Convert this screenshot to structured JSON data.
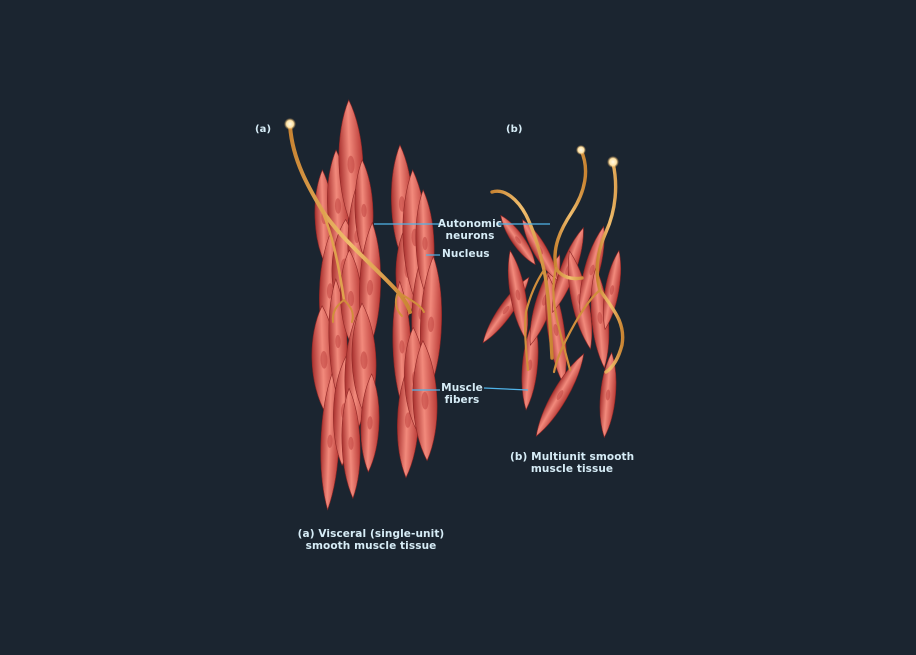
{
  "colors": {
    "background": "#1b2530",
    "muscle": "#d9534f",
    "muscle_highlight": "#f28a7c",
    "muscle_shadow": "#a8302e",
    "neuron": "#e0a24e",
    "neuron_highlight": "#ffe3a6",
    "leader_line": "#4fb3e8",
    "label_text": "#d6ecf6"
  },
  "panels": {
    "a": {
      "tag": "(a)",
      "caption_line1": "(a)  Visceral (single-unit)",
      "caption_line2": "smooth muscle tissue"
    },
    "b": {
      "tag": "(b)",
      "caption_line1": "(b) Multiunit smooth",
      "caption_line2": "muscle tissue"
    }
  },
  "callouts": {
    "autonomic_line1": "Autonomic",
    "autonomic_line2": "neurons",
    "nucleus": "Nucleus",
    "muscle_fibers_line1": "Muscle",
    "muscle_fibers_line2": "fibers"
  }
}
